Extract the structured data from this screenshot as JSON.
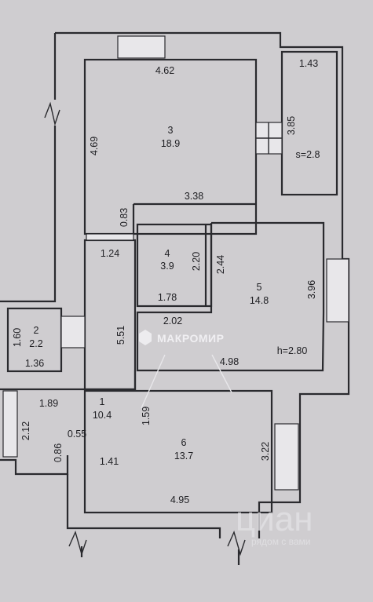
{
  "plan": {
    "rooms": [
      {
        "number": "3",
        "area": "18.9"
      },
      {
        "number": "4",
        "area": "3.9"
      },
      {
        "number": "5",
        "area": "14.8"
      },
      {
        "number": "2",
        "area": "2.2"
      },
      {
        "number": "1",
        "area": "10.4"
      },
      {
        "number": "6",
        "area": "13.7"
      }
    ],
    "dimensions": {
      "d_4_62": "4.62",
      "d_1_43": "1.43",
      "d_4_69": "4.69",
      "d_3_85": "3.85",
      "balcony_area": "s=2.8",
      "d_3_38": "3.38",
      "d_0_83": "0.83",
      "d_1_24": "1.24",
      "d_2_20": "2.20",
      "d_2_44": "2.44",
      "d_3_96": "3.96",
      "d_1_78": "1.78",
      "d_2_02": "2.02",
      "d_1_60": "1.60",
      "d_5_51": "5.51",
      "d_1_36": "1.36",
      "d_4_98": "4.98",
      "ceiling": "h=2.80",
      "d_1_89": "1.89",
      "d_1_59": "1.59",
      "d_2_12": "2.12",
      "d_0_55": "0.55",
      "d_0_86": "0.86",
      "d_1_41": "1.41",
      "d_3_22": "3.22",
      "d_4_95": "4.95"
    }
  },
  "watermarks": {
    "agency": "МАКРОМИР",
    "cian": "циан",
    "cian_sub": "рядом с вами"
  },
  "colors": {
    "background": "#cfcdd0",
    "line": "#2a2a2e"
  }
}
